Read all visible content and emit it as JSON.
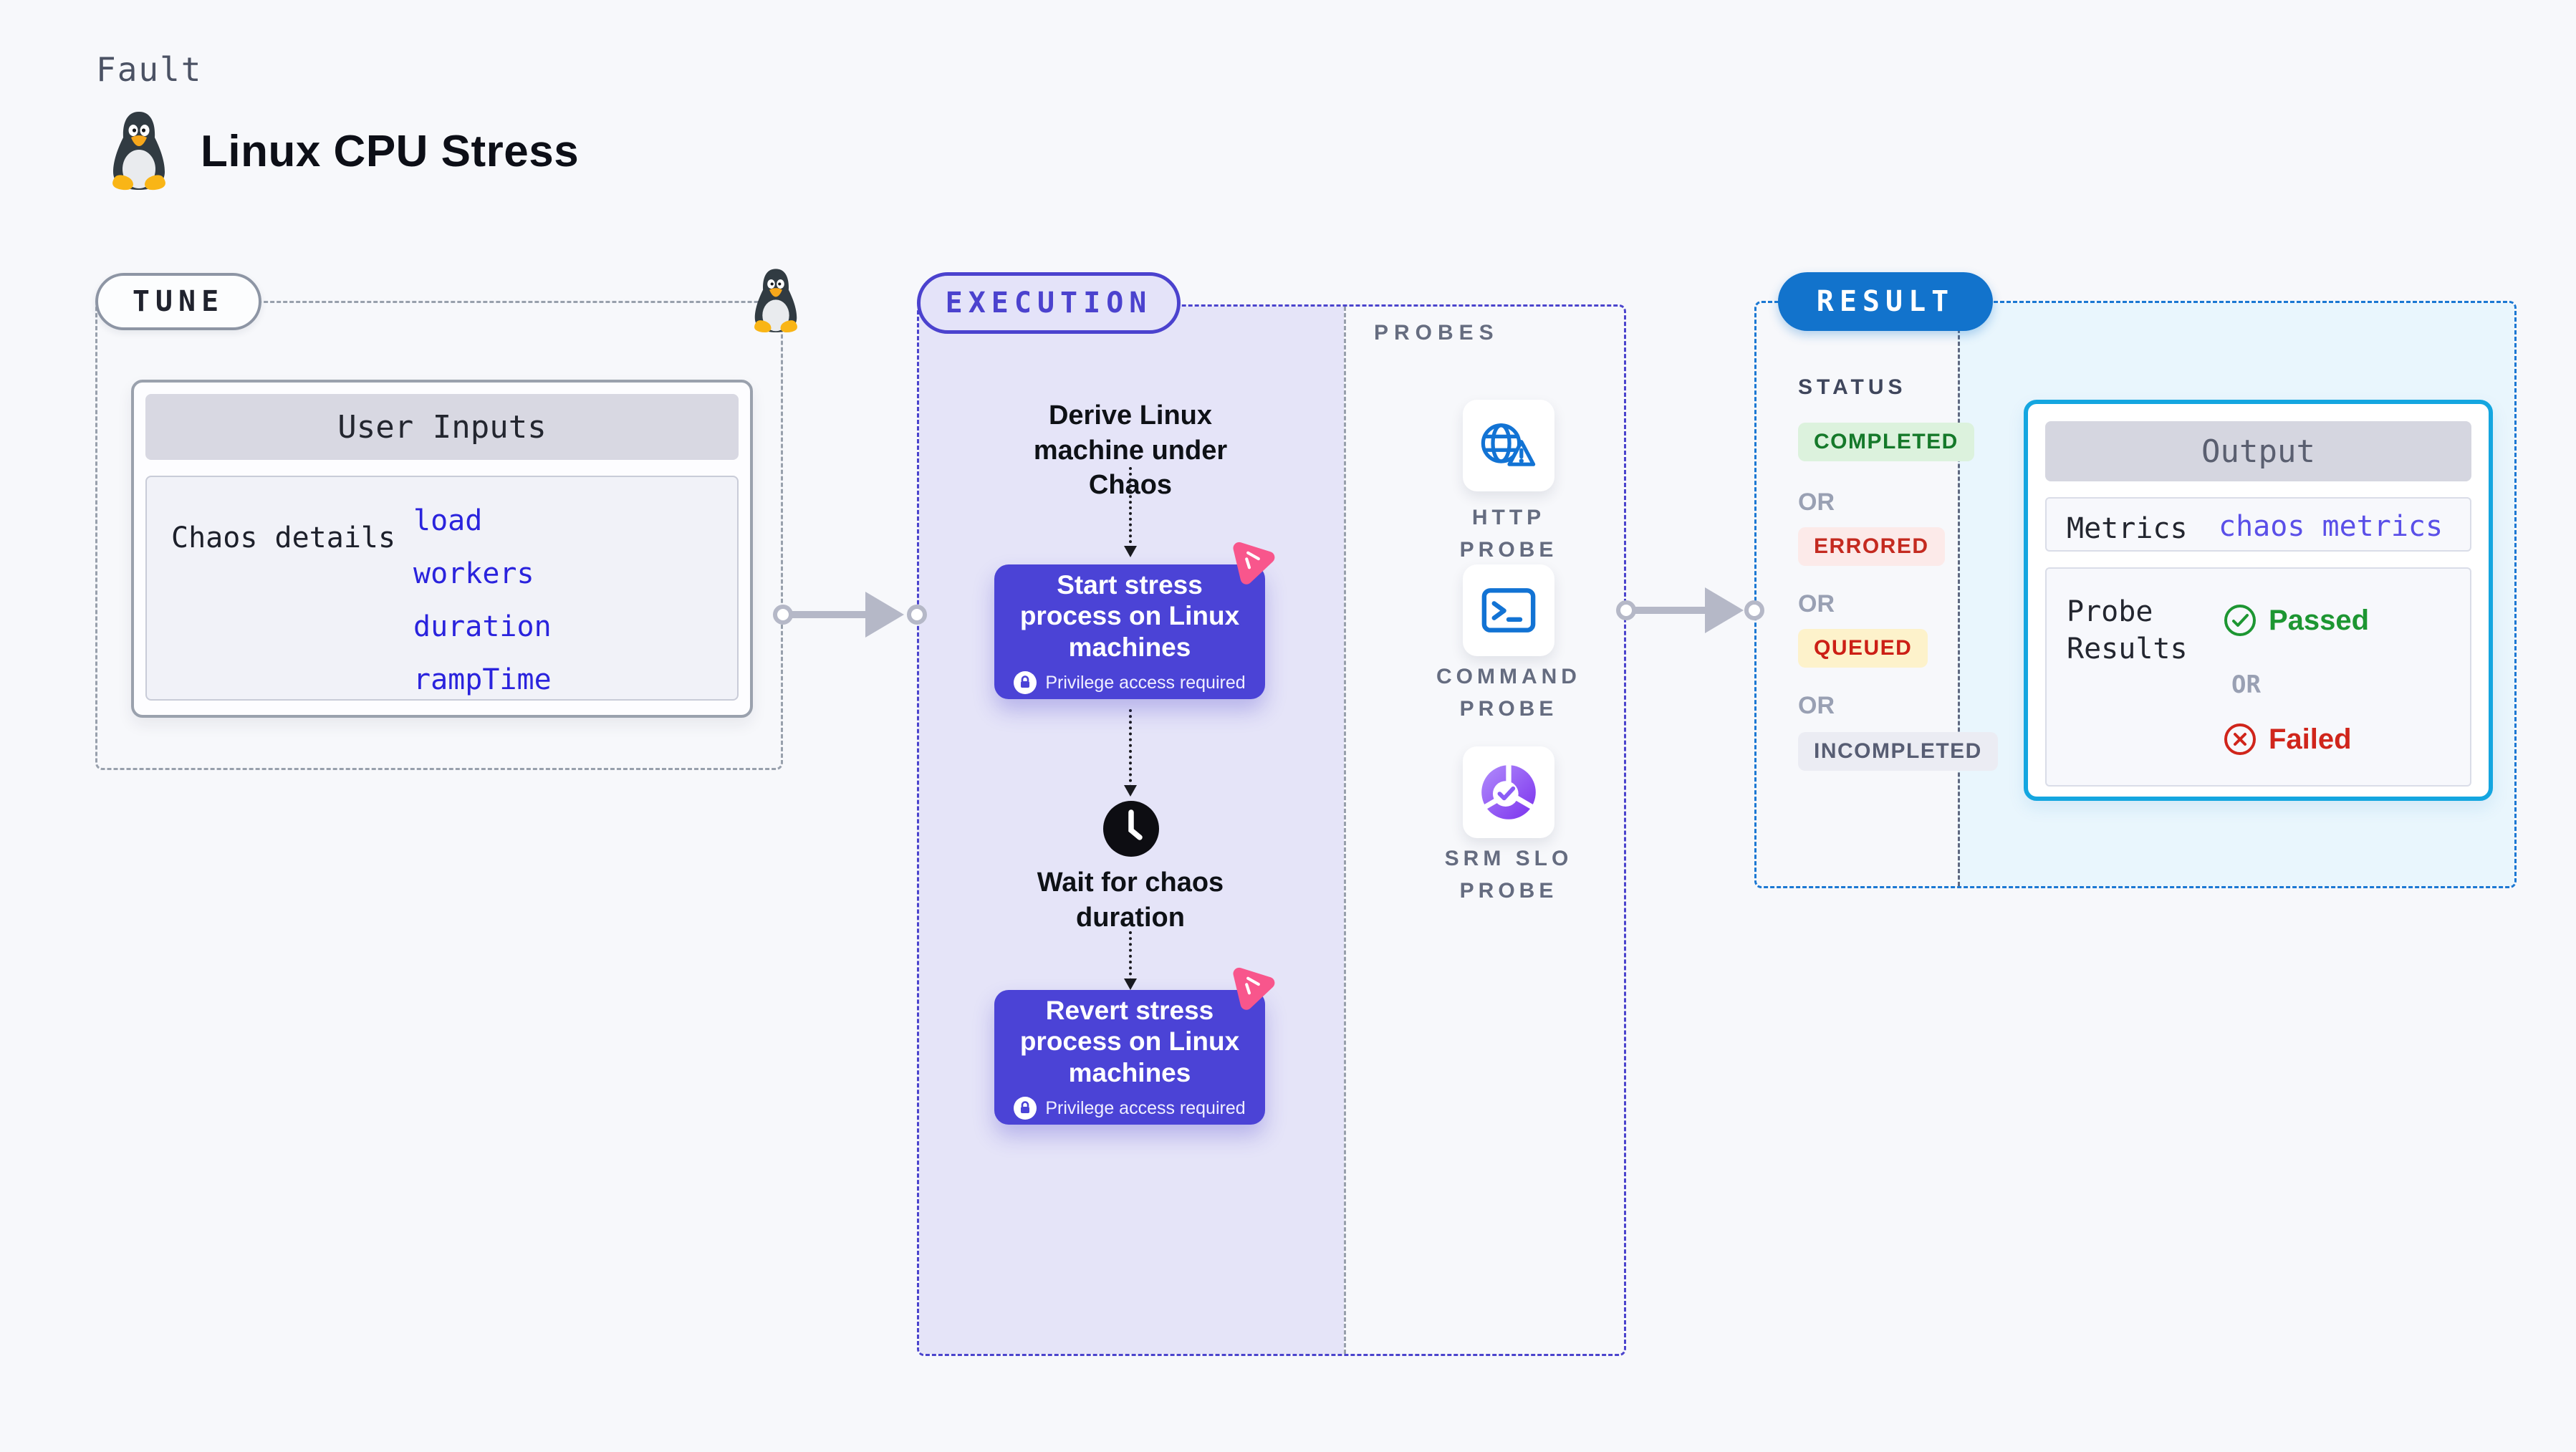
{
  "header": {
    "eyebrow": "Fault",
    "title": "Linux CPU Stress"
  },
  "tune": {
    "label": "TUNE",
    "user_inputs": {
      "header": "User Inputs",
      "row_label": "Chaos details",
      "inputs": [
        "load",
        "workers",
        "duration",
        "rampTime"
      ]
    }
  },
  "execution": {
    "label": "EXECUTION",
    "derive_text": "Derive Linux machine under Chaos",
    "start_box": {
      "title": "Start stress process on Linux machines",
      "badge": "Privilege access required"
    },
    "wait_text": "Wait for chaos duration",
    "revert_box": {
      "title": "Revert stress process on Linux machines",
      "badge": "Privilege access required"
    }
  },
  "probes": {
    "label": "PROBES",
    "items": [
      {
        "name": "HTTP PROBE",
        "icon": "globe-warning-icon"
      },
      {
        "name": "COMMAND PROBE",
        "icon": "terminal-icon"
      },
      {
        "name": "SRM SLO PROBE",
        "icon": "donut-check-icon"
      }
    ]
  },
  "result": {
    "label": "RESULT",
    "status_label": "STATUS",
    "or_label": "OR",
    "statuses": [
      {
        "label": "COMPLETED",
        "text_color": "#15792a",
        "bg_color": "#dcf2dd"
      },
      {
        "label": "ERRORED",
        "text_color": "#c42a20",
        "bg_color": "#fceae9"
      },
      {
        "label": "QUEUED",
        "text_color": "#cc1f16",
        "bg_color": "#fdf2cb"
      },
      {
        "label": "INCOMPLETED",
        "text_color": "#575d73",
        "bg_color": "#ebecf3"
      }
    ],
    "output": {
      "header": "Output",
      "metrics_label": "Metrics",
      "metrics_value": "chaos metrics",
      "probe_results_label": "Probe Results",
      "passed_label": "Passed",
      "or_label": "OR",
      "failed_label": "Failed"
    }
  },
  "icons": {
    "penguin": "tux-penguin-icon",
    "lock": "lock-icon",
    "litmus": "chaos-litmus-icon",
    "clock": "clock-icon",
    "check": "check-circle-icon",
    "cross": "x-circle-icon"
  },
  "colors": {
    "page_bg": "#f7f8fb",
    "indigo": "#4b42ce",
    "lavender_fill": "#e5e4f8",
    "purple_step": "#4b43d6",
    "pink_accent": "#f8568c",
    "result_blue": "#1273cc",
    "cyan_border": "#14a6e0",
    "light_blue_fill": "#e9f6fd",
    "gray_dash": "#98a0ac",
    "arrow_gray": "#b5b8c7",
    "link_blue": "#2a23dd",
    "probe_icon_blue": "#1273d4",
    "passed_green": "#1d9632",
    "failed_red": "#d0251b"
  }
}
